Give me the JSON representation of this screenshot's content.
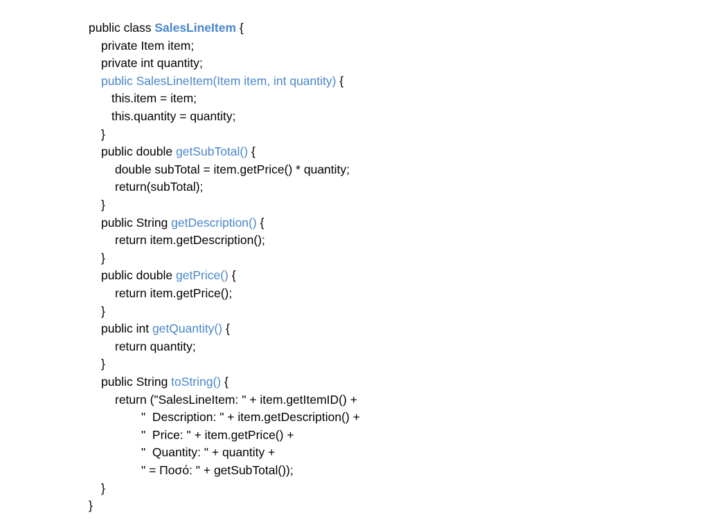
{
  "colors": {
    "text": "#000000",
    "highlight": "#4a86c8",
    "background": "#ffffff"
  },
  "code": {
    "lines": [
      {
        "indent": 0,
        "segments": [
          {
            "t": "public class "
          },
          {
            "t": "SalesLineItem",
            "hl": true,
            "bold": true
          },
          {
            "t": " {"
          }
        ]
      },
      {
        "indent": 1,
        "segments": [
          {
            "t": "private Item item;"
          }
        ]
      },
      {
        "indent": 1,
        "segments": [
          {
            "t": "private int quantity;"
          }
        ]
      },
      {
        "indent": 1,
        "segments": [
          {
            "t": "public SalesLineItem(Item item, int quantity)",
            "hl": true
          },
          {
            "t": " {"
          }
        ]
      },
      {
        "indent": 2,
        "segments": [
          {
            "t": "this.item = item;"
          }
        ]
      },
      {
        "indent": 2,
        "segments": [
          {
            "t": "this.quantity = quantity;"
          }
        ]
      },
      {
        "indent": 1,
        "segments": [
          {
            "t": "}"
          }
        ]
      },
      {
        "indent": 1,
        "segments": [
          {
            "t": "public double "
          },
          {
            "t": "getSubTotal()",
            "hl": true
          },
          {
            "t": " {"
          }
        ]
      },
      {
        "indent": 3,
        "segments": [
          {
            "t": "double subTotal = item.getPrice() * quantity;"
          }
        ]
      },
      {
        "indent": 3,
        "segments": [
          {
            "t": "return(subTotal);"
          }
        ]
      },
      {
        "indent": 1,
        "segments": [
          {
            "t": "}"
          }
        ]
      },
      {
        "indent": 1,
        "segments": [
          {
            "t": "public String "
          },
          {
            "t": "getDescription()",
            "hl": true
          },
          {
            "t": " {"
          }
        ]
      },
      {
        "indent": 3,
        "segments": [
          {
            "t": "return item.getDescription();"
          }
        ]
      },
      {
        "indent": 1,
        "segments": [
          {
            "t": "}"
          }
        ]
      },
      {
        "indent": 1,
        "segments": [
          {
            "t": "public double "
          },
          {
            "t": "getPrice()",
            "hl": true
          },
          {
            "t": " {"
          }
        ]
      },
      {
        "indent": 3,
        "segments": [
          {
            "t": "return item.getPrice();"
          }
        ]
      },
      {
        "indent": 1,
        "segments": [
          {
            "t": "}"
          }
        ]
      },
      {
        "indent": 1,
        "segments": [
          {
            "t": "public int "
          },
          {
            "t": "getQuantity()",
            "hl": true
          },
          {
            "t": " {"
          }
        ]
      },
      {
        "indent": 3,
        "segments": [
          {
            "t": "return quantity;"
          }
        ]
      },
      {
        "indent": 1,
        "segments": [
          {
            "t": "}"
          }
        ]
      },
      {
        "indent": 1,
        "segments": [
          {
            "t": "public String "
          },
          {
            "t": "toString()",
            "hl": true
          },
          {
            "t": " {"
          }
        ]
      },
      {
        "indent": 3,
        "segments": [
          {
            "t": "return (\"SalesLineItem: \" + item.getItemID() +"
          }
        ]
      },
      {
        "indent": 4,
        "segments": [
          {
            "t": "\"  Description: \" + item.getDescription() +"
          }
        ]
      },
      {
        "indent": 4,
        "segments": [
          {
            "t": "\"  Price: \" + item.getPrice() +"
          }
        ]
      },
      {
        "indent": 4,
        "segments": [
          {
            "t": "\"  Quantity: \" + quantity +"
          }
        ]
      },
      {
        "indent": 4,
        "segments": [
          {
            "t": "\" = Ποσό: \" + getSubTotal());"
          }
        ]
      },
      {
        "indent": 1,
        "segments": [
          {
            "t": "}"
          }
        ]
      },
      {
        "indent": 0,
        "segments": [
          {
            "t": "}"
          }
        ]
      }
    ]
  }
}
